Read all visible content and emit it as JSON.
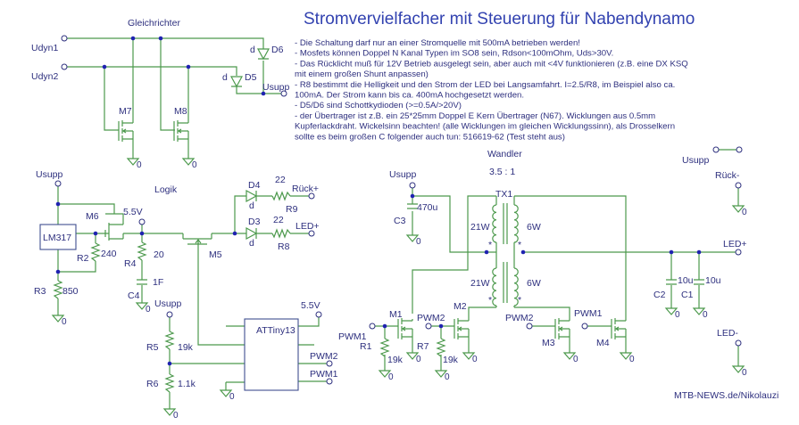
{
  "title": "Stromvervielfacher mit Steuerung für Nabendynamo",
  "notes": [
    "- Die Schaltung darf nur an einer Stromquelle mit 500mA betrieben werden!",
    "- Mosfets können Doppel N Kanal Typen im SO8 sein, Rdson<100mOhm, Uds>30V.",
    "- Das Rücklicht muß für 12V Betrieb ausgelegt sein, aber auch mit <4V funktionieren (z.B. eine DX KSQ",
    "mit einem großen Shunt anpassen)",
    "- R8 bestimmt die Helligkeit und den Strom der LED bei Langsamfahrt. I=2.5/R8, im Beispiel also ca.",
    "100mA. Der Strom kann bis ca. 400mA hochgesetzt werden.",
    "- D5/D6 sind Schottkydioden (>=0.5A/>20V)",
    "- der Übertrager ist z.B. ein 25*25mm Doppel E Kern Übertrager (N67). Wicklungen aus 0.5mm",
    "Kupferlackdraht. Wickelsinn beachten! (alle Wicklungen im gleichen Wicklungssinn), als Drosselkern",
    "sollte es beim großen C folgender auch tun: 516619-62 (Test steht aus)"
  ],
  "ground_label": "0",
  "sections": {
    "rectifier": "Gleichrichter",
    "logic": "Logik",
    "converter": "Wandler",
    "ratio": "3.5 : 1"
  },
  "rectifier": {
    "udyn1": "Udyn1",
    "udyn2": "Udyn2",
    "d6": "D6",
    "d5": "D5",
    "d6_type": "d",
    "d5_type": "d",
    "usupp": "Usupp",
    "m7": "M7",
    "m8": "M8"
  },
  "logic": {
    "usupp": "Usupp",
    "lm317": "LM317",
    "m6": "M6",
    "v55": "5.5V",
    "r2": "R2",
    "r2_val": "240",
    "r3": "R3",
    "r3_val": "850",
    "r4": "R4",
    "r4_val": "20",
    "c4": "C4",
    "c4_val": "1F",
    "m5": "M5",
    "d4": "D4",
    "d3": "D3",
    "d4_type": "d",
    "d3_type": "d",
    "r9": "R9",
    "r9_val": "22",
    "r8": "R8",
    "r8_val": "22",
    "rueck_plus": "Rück+",
    "led_plus": "LED+",
    "usupp2": "Usupp",
    "r5": "R5",
    "r5_val": "19k",
    "r6": "R6",
    "r6_val": "1.1k",
    "attiny": "ATTiny13",
    "attiny_v": "5.5V",
    "pwm2": "PWM2",
    "pwm1": "PWM1"
  },
  "converter": {
    "usupp": "Usupp",
    "c3": "C3",
    "c3_val": "470u",
    "tx1": "TX1",
    "w21a": "21W",
    "w21b": "21W",
    "w6a": "6W",
    "w6b": "6W",
    "m1": "M1",
    "m2": "M2",
    "m3": "M3",
    "m4": "M4",
    "pwm1_a": "PWM1",
    "pwm2_a": "PWM2",
    "pwm2_b": "PWM2",
    "pwm1_b": "PWM1",
    "r1": "R1",
    "r1_val": "19k",
    "r7": "R7",
    "r7_val": "19k",
    "c2": "C2",
    "c2_val": "10u",
    "c1": "C1",
    "c1_val": "10u",
    "led_plus": "LED+",
    "star": "*"
  },
  "outputs": {
    "usupp": "Usupp",
    "rueck_minus": "Rück-",
    "led_minus": "LED-"
  },
  "credit": "MTB-NEWS.de/Nikolauzi"
}
